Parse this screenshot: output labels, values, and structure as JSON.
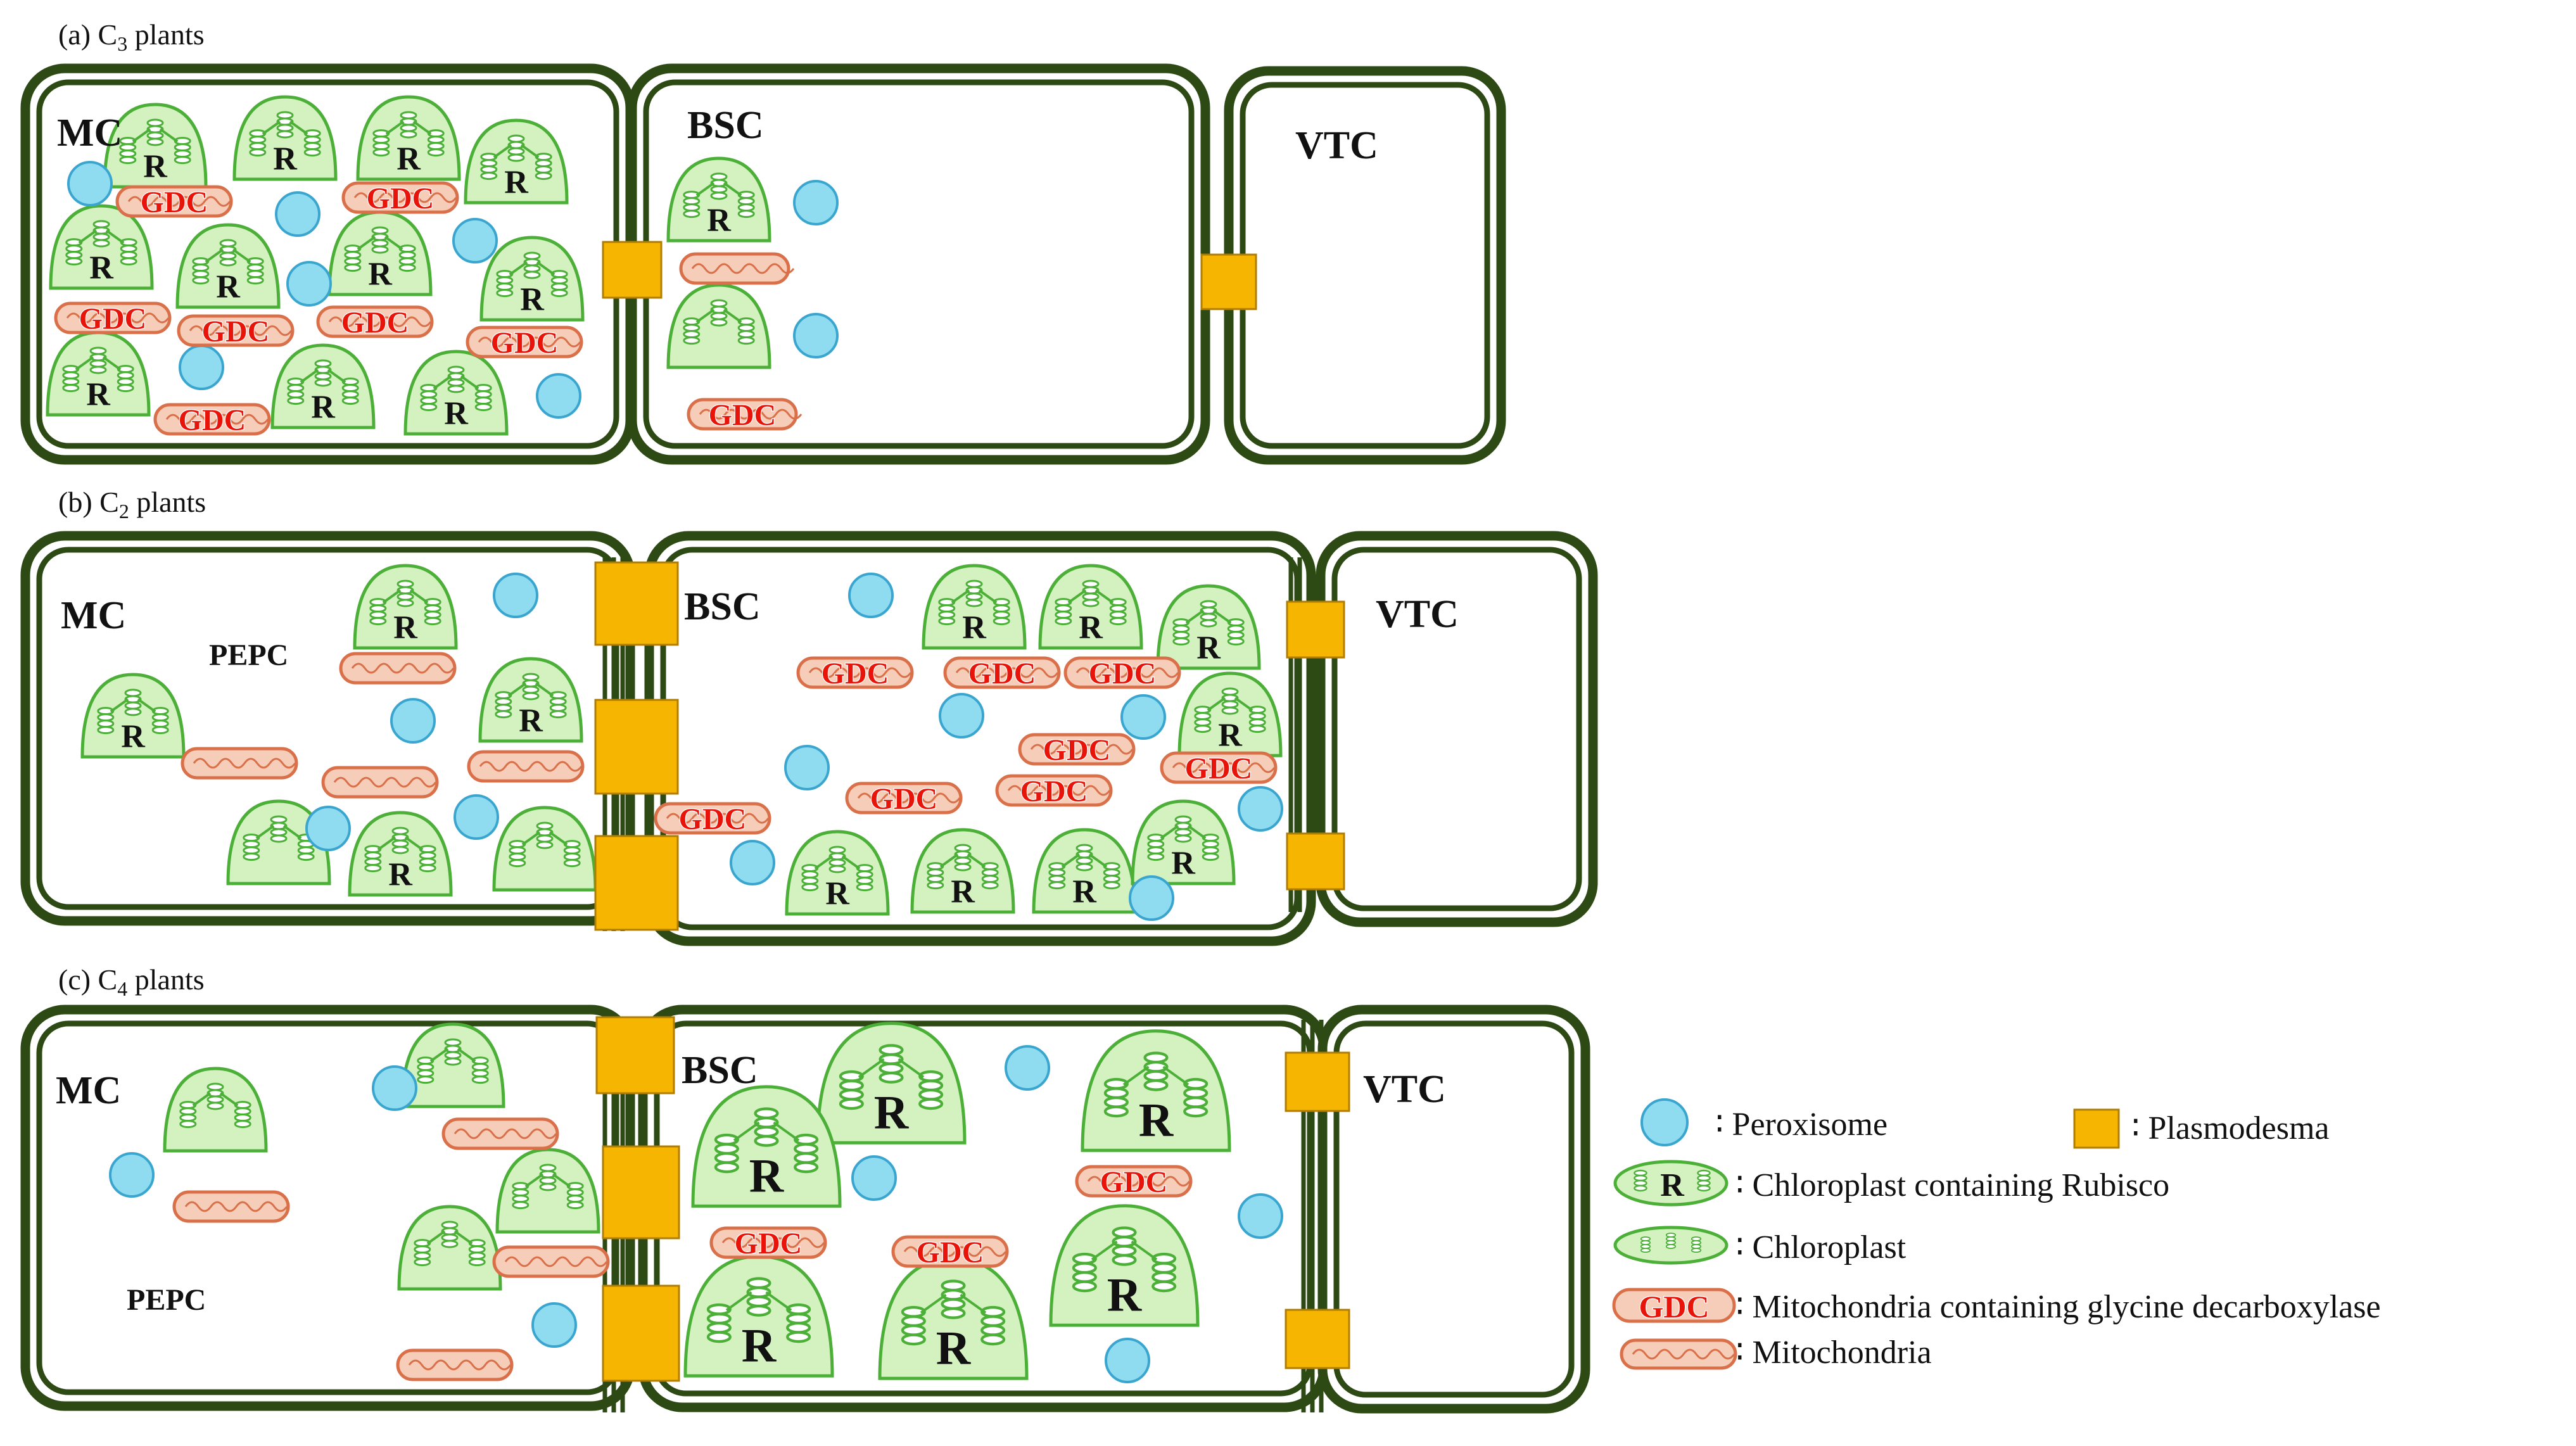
{
  "panels": [
    {
      "label_pre": "(a) C",
      "label_sub": "3",
      "label_post": " plants",
      "cells": [
        {
          "name": "MC",
          "label": "MC"
        },
        {
          "name": "BSC",
          "label": "BSC"
        },
        {
          "name": "VTC",
          "label": "VTC"
        }
      ],
      "extra_labels": []
    },
    {
      "label_pre": "(b) C",
      "label_sub": "2",
      "label_post": " plants",
      "cells": [
        {
          "name": "MC",
          "label": "MC"
        },
        {
          "name": "BSC",
          "label": "BSC"
        },
        {
          "name": "VTC",
          "label": "VTC"
        }
      ],
      "extra_labels": [
        "PEPC"
      ]
    },
    {
      "label_pre": "(c) C",
      "label_sub": "4",
      "label_post": " plants",
      "cells": [
        {
          "name": "MC",
          "label": "MC"
        },
        {
          "name": "BSC",
          "label": "BSC"
        },
        {
          "name": "VTC",
          "label": "VTC"
        }
      ],
      "extra_labels": [
        "PEPC"
      ]
    }
  ],
  "organelle_text": {
    "rubisco": "R",
    "gdc": "GDC"
  },
  "legend": {
    "peroxisome": "Peroxisome",
    "plasmodesma": "Plasmodesma",
    "chloroplast_rubisco": "Chloroplast  containing  Rubisco",
    "chloroplast": "Chloroplast",
    "mito_gdc": "Mitochondria  containing  glycine  decarboxylase",
    "mito": "Mitochondria"
  },
  "colors": {
    "cell_wall": "#2d4a14",
    "chloroplast_fill": "#d4f2c0",
    "chloroplast_stroke": "#4caf38",
    "peroxisome_fill": "#8fdcf0",
    "peroxisome_stroke": "#3aa6cf",
    "plasmodesma": "#f5b500",
    "mito_fill": "#f6cdb8",
    "mito_stroke": "#d9704a",
    "gdc_text": "#e8140a"
  }
}
